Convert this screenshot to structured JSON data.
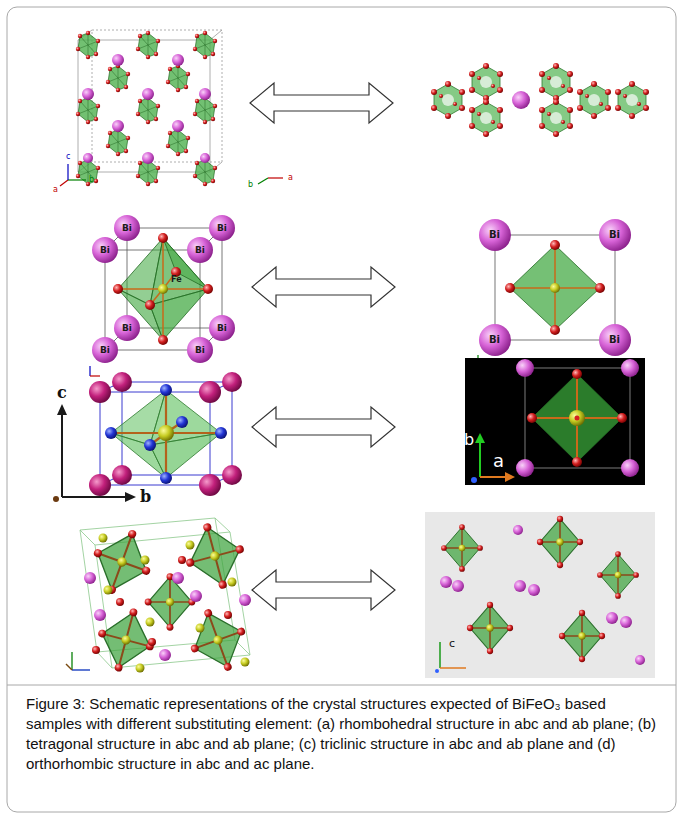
{
  "diagram": {
    "caption": "Figure 3: Schematic representations of the crystal structures expected of BiFeO₃ based samples with different substituting element: (a) rhombohedral structure in abc and ab plane; (b) tetragonal structure in abc and ab plane; (c) triclinic structure in abc and ab plane and (d) orthorhombic structure in abc and ac plane.",
    "labels": [
      "a",
      "b",
      "c",
      "b",
      "a",
      "Bi",
      "Bi",
      "Bi",
      "Bi",
      "Bi",
      "Bi",
      "Bi",
      "Bi",
      "Fe",
      "Bi",
      "Bi",
      "Bi",
      "Bi",
      "c",
      "b",
      "b",
      "a",
      "c"
    ]
  }
}
